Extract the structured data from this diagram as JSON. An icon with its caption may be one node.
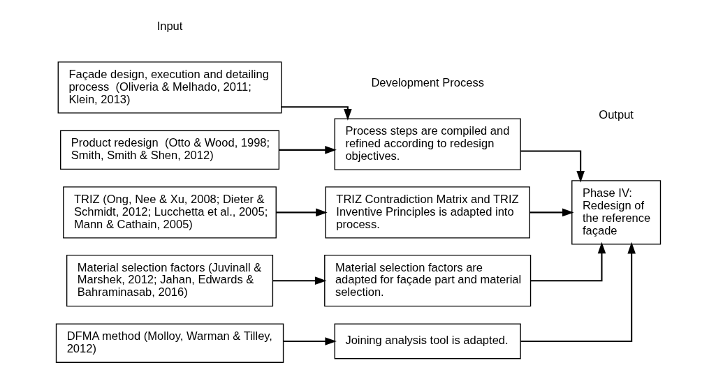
{
  "diagram": {
    "nodes": [
      {
        "text": [
          "Façade design, execution and detailing process  (Oliveria & Melhado, 2011; Klein, 2013)"
        ]
      },
      {
        "text": [
          "Product redesign  (Otto & Wood, 1998; Smith, Smith & Shen, 2012)"
        ]
      },
      {
        "text": [
          "TRIZ (Ong, Nee & Xu, 2008; Dieter & Schmidt, 2012; Lucchetta et al., 2005; Mann & Cathain, 2005)"
        ]
      },
      {
        "text": [
          "Material selection factors (Juvinall & Marshek, 2012; Jahan, Edwards & Bahraminasab, 2016)"
        ]
      },
      {
        "text": [
          "DFMA method (Molloy, Warman & Tilley, 2012)"
        ]
      },
      {
        "text": [
          "Process steps are compiled and refined according to redesign objectives."
        ]
      },
      {
        "text": [
          "TRIZ Contradiction Matrix and TRIZ Inventive Principles is adapted into process."
        ]
      },
      {
        "text": [
          "Material selection factors are adapted for façade part and material selection."
        ]
      },
      {
        "text": [
          "Joining analysis tool is adapted."
        ]
      },
      {
        "text": [
          "Phase IV: Redesign of the reference façade"
        ]
      }
    ],
    "edges": [
      {
        "from": 0,
        "to": 5,
        "arrow": "to"
      },
      {
        "from": 1,
        "to": 5,
        "arrow": "to"
      },
      {
        "from": 2,
        "to": 6,
        "arrow": "to"
      },
      {
        "from": 3,
        "to": 7,
        "arrow": "to"
      },
      {
        "from": 4,
        "to": 8,
        "arrow": "to"
      },
      {
        "from": 5,
        "to": 9,
        "arrow": "to"
      },
      {
        "from": 6,
        "to": 9,
        "arrow": "to"
      },
      {
        "from": 7,
        "to": 9,
        "arrow": "to"
      },
      {
        "from": 8,
        "to": 9,
        "arrow": "to"
      }
    ],
    "labels": [
      "Input",
      "Development Process",
      "Output"
    ]
  }
}
